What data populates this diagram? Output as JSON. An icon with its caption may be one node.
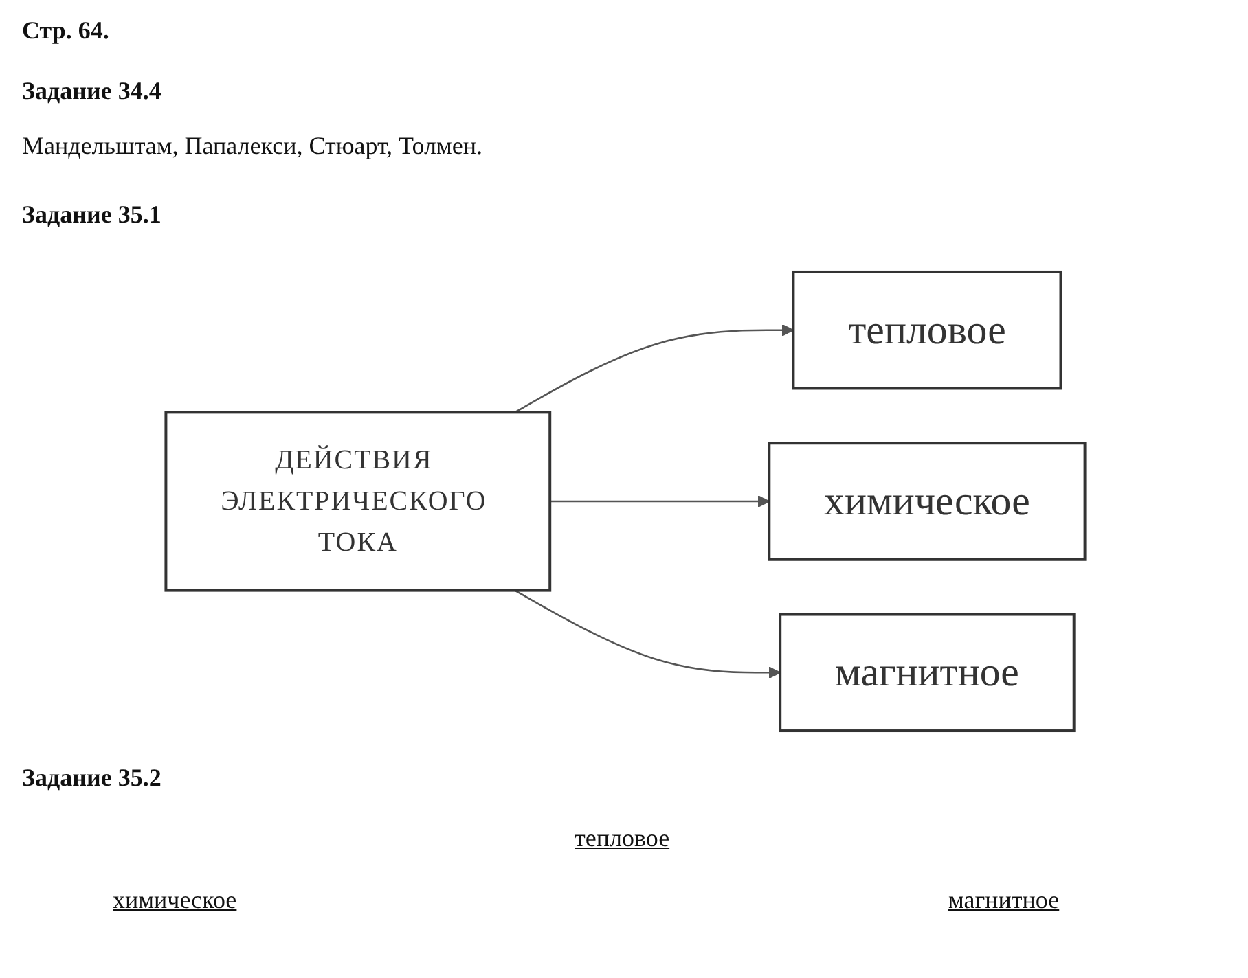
{
  "diagram": {
    "nodes": [
      {
        "text": [
          "ДЕЙСТВИЯ ЭЛЕКТРИЧЕСКОГО ТОКА"
        ]
      },
      {
        "text": [
          "тепловое"
        ]
      },
      {
        "text": [
          "химическое"
        ]
      },
      {
        "text": [
          "магнитное"
        ]
      }
    ],
    "edges": [
      {
        "from": 0,
        "to": 1,
        "arrow": "to"
      },
      {
        "from": 0,
        "to": 2,
        "arrow": "to"
      },
      {
        "from": 0,
        "to": 3,
        "arrow": "to"
      }
    ],
    "labels": [
      "Стр. 64.",
      "Задание 34.4",
      "Мандельштам, Папалекси, Стюарт, Толмен.",
      "Задание 35.1",
      "Задание 35.2",
      "тепловое",
      "химическое",
      "магнитное"
    ]
  }
}
